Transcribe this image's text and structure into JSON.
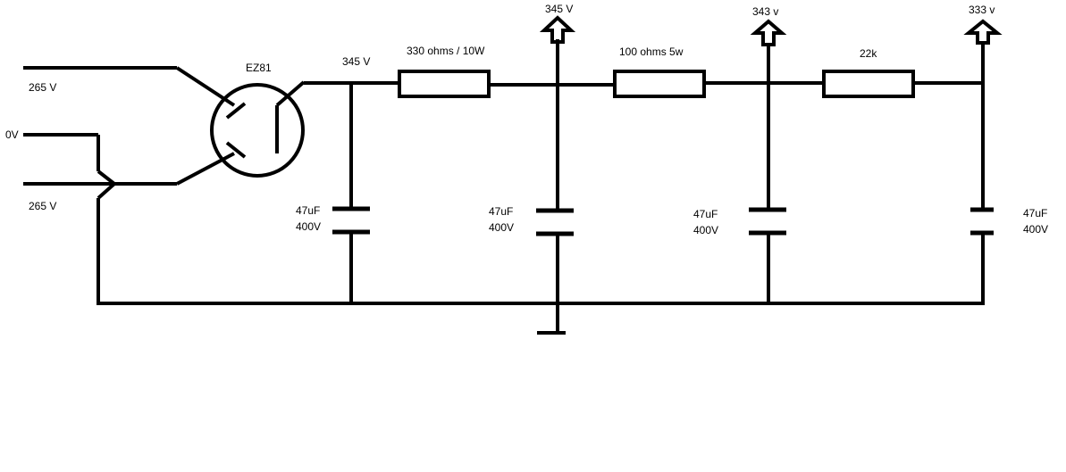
{
  "colors": {
    "ink": "#000000",
    "background": "#ffffff"
  },
  "inputs": {
    "top": "265 V",
    "center": "0V",
    "bottom": "265 V"
  },
  "rectifier": {
    "label": "EZ81"
  },
  "nodes": {
    "node1": "345 V",
    "node2": "345 V",
    "node3": "343 v",
    "node4": "333 v"
  },
  "resistors": [
    {
      "label": "330 ohms / 10W"
    },
    {
      "label": "100 ohms 5w"
    },
    {
      "label": "22k"
    }
  ],
  "capacitors": [
    {
      "capacitance": "47uF",
      "voltage": "400V"
    },
    {
      "capacitance": "47uF",
      "voltage": "400V"
    },
    {
      "capacitance": "47uF",
      "voltage": "400V"
    },
    {
      "capacitance": "47uF",
      "voltage": "400V"
    }
  ]
}
